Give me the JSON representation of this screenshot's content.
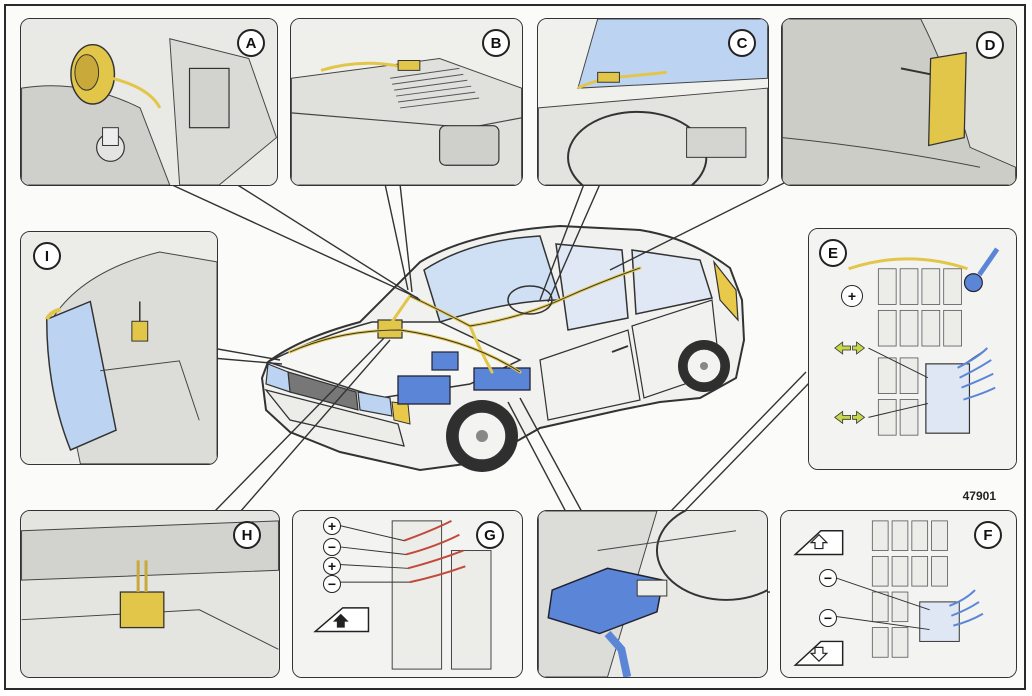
{
  "figure": {
    "reference_number": "47901",
    "panels": [
      {
        "label": "A"
      },
      {
        "label": "B"
      },
      {
        "label": "C"
      },
      {
        "label": "D"
      },
      {
        "label": "E"
      },
      {
        "label": "F"
      },
      {
        "label": "G"
      },
      {
        "label": "H"
      },
      {
        "label": "I"
      }
    ],
    "panel_e_symbols": [
      "+"
    ],
    "panel_g_symbols": [
      "+",
      "−",
      "+",
      "−"
    ],
    "panel_f_symbols": [
      "−",
      "−"
    ]
  },
  "colors": {
    "wire_yellow": "#e2c64a",
    "module_blue": "#5b86d8",
    "glass_blue": "#bcd4f2",
    "line": "#333333",
    "shade": "#c9c9c5"
  }
}
